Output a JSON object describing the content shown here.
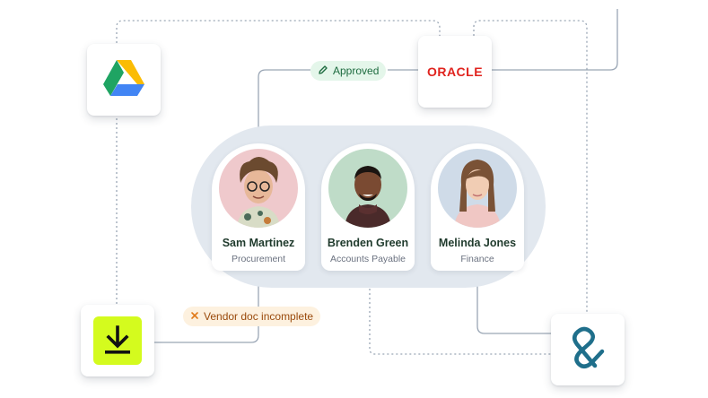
{
  "integrations": {
    "google_drive": {
      "icon": "google-drive-icon"
    },
    "oracle": {
      "logo_text": "ORACLE",
      "color": "#e0231e"
    },
    "download": {
      "icon": "download-icon",
      "color": "#d4fb1e"
    },
    "amp_logo": {
      "icon": "ampersand-logo-icon",
      "color": "#1f6f8b"
    }
  },
  "status": {
    "approved": {
      "label": "Approved",
      "icon": "pencil-icon"
    },
    "incomplete": {
      "label": "Vendor doc incomplete",
      "icon": "x-icon"
    }
  },
  "team": [
    {
      "name": "Sam Martinez",
      "role": "Procurement"
    },
    {
      "name": "Brenden Green",
      "role": "Accounts Payable"
    },
    {
      "name": "Melinda Jones",
      "role": "Finance"
    }
  ],
  "colors": {
    "connector": "#9aa6b5",
    "team_bg": "#e2e8ef",
    "approved": "#1d6b3f",
    "incomplete": "#9a4a0c"
  }
}
